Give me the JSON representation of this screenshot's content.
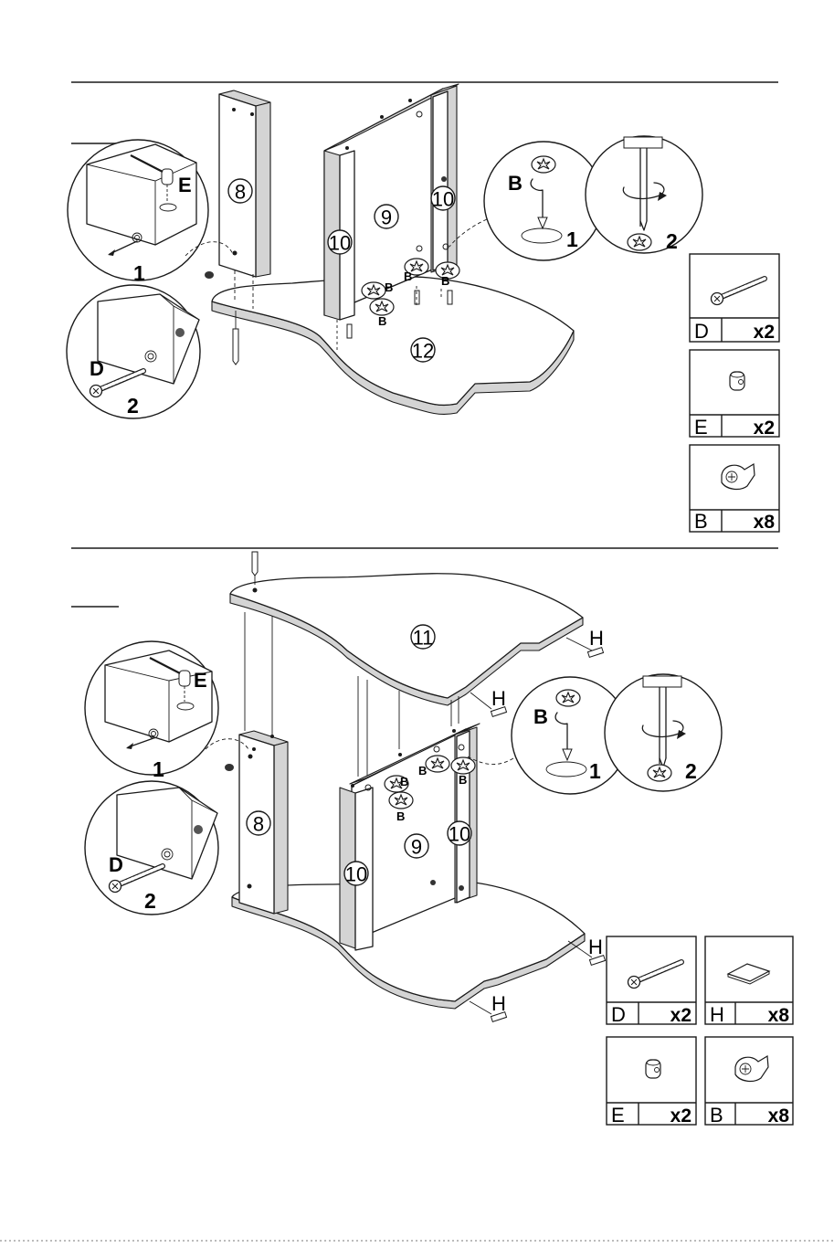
{
  "step_labels": {
    "one": "1",
    "two": "2"
  },
  "panel_numbers": {
    "side_8": "8",
    "back_9": "9",
    "side_10": "10",
    "bottom_12": "12",
    "top_11": "11"
  },
  "hardware_letters": {
    "B": "B",
    "D": "D",
    "E": "E",
    "H": "H"
  },
  "parts_step1": [
    {
      "letter": "D",
      "count": "x2",
      "icon": "long-screw-icon"
    },
    {
      "letter": "E",
      "count": "x2",
      "icon": "cam-dowel-icon"
    },
    {
      "letter": "B",
      "count": "x8",
      "icon": "cam-lock-icon"
    }
  ],
  "parts_step2": [
    {
      "letter": "D",
      "count": "x2",
      "icon": "long-screw-icon"
    },
    {
      "letter": "H",
      "count": "x8",
      "icon": "felt-pad-icon"
    },
    {
      "letter": "E",
      "count": "x2",
      "icon": "cam-dowel-icon"
    },
    {
      "letter": "B",
      "count": "x8",
      "icon": "cam-lock-icon"
    }
  ]
}
